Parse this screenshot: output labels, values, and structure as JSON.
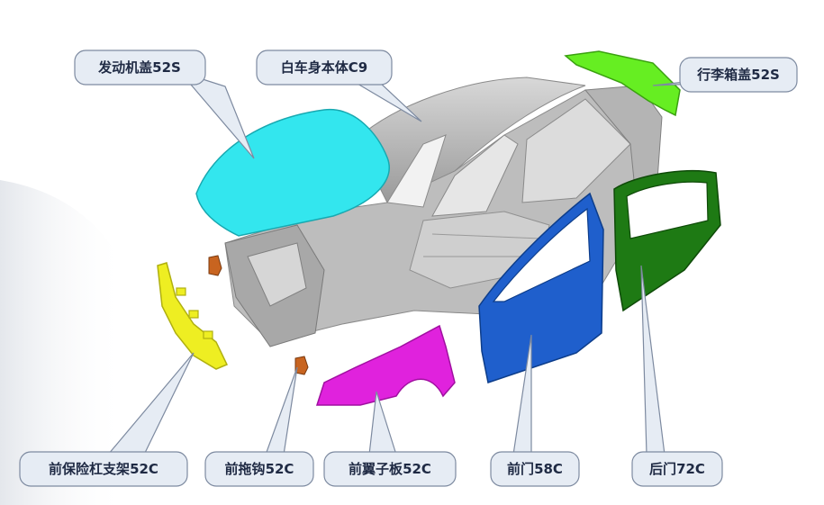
{
  "callouts": {
    "hood": {
      "label": "发动机盖",
      "code": "52S"
    },
    "body": {
      "label": "白车身本体",
      "code": "C9"
    },
    "trunk": {
      "label": "行李箱盖",
      "code": "52S"
    },
    "bumper_bracket": {
      "label": "前保险杠支架",
      "code": "52C"
    },
    "tow_hook": {
      "label": "前拖钩",
      "code": "52C"
    },
    "fender": {
      "label": "前翼子板",
      "code": "52C"
    },
    "front_door": {
      "label": "前门",
      "code": "58C"
    },
    "rear_door": {
      "label": "后门",
      "code": "72C"
    }
  },
  "colors": {
    "hood": "#33e6ee",
    "trunk": "#66ee22",
    "bumper": "#eeee22",
    "fender": "#e022dd",
    "front_door": "#1f5fcc",
    "rear_door": "#1e7a14",
    "body": "#c8c8c8",
    "tow_hook": "#c86420",
    "callout_fill": "#e6ecf4",
    "callout_stroke": "#7d8aa0",
    "callout_text": "#1f2a44"
  }
}
